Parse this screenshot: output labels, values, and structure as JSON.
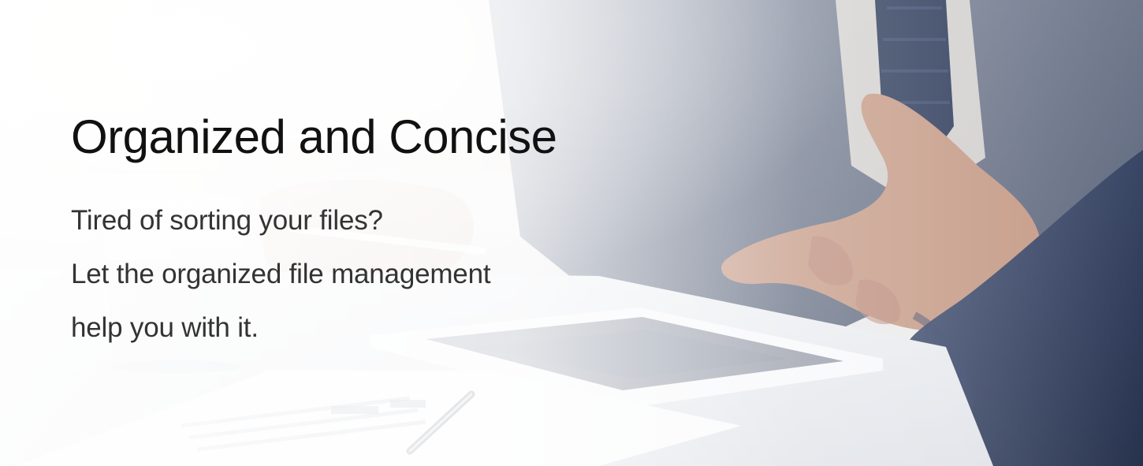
{
  "hero": {
    "headline": "Organized and Concise",
    "body_lines": [
      "Tired of sorting your files?",
      "Let the organized file management",
      "help you with it."
    ]
  },
  "background": {
    "subject": "business meeting photo",
    "colors": {
      "wash": "#f4f5f7",
      "suit_dark": "#3a4866",
      "skin": "#c9a08e",
      "table": "#e8eaee"
    }
  }
}
